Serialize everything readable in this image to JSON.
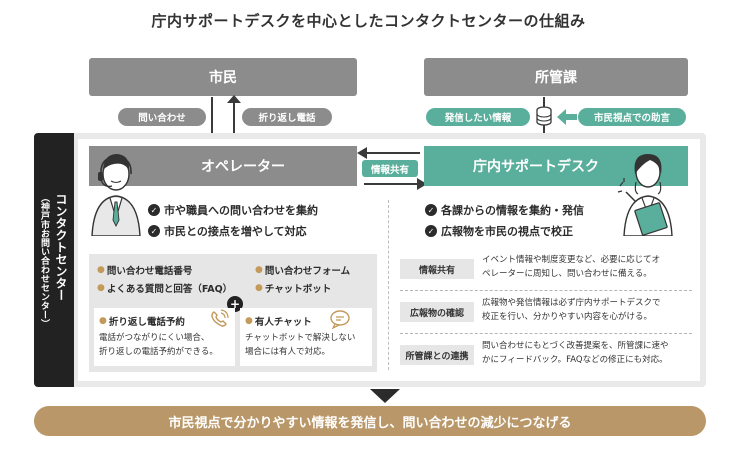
{
  "title": "庁内サポートデスクを中心としたコンタクトセンターの仕組み",
  "citizen": {
    "label": "市民"
  },
  "department": {
    "label": "所管課"
  },
  "arrows": {
    "inquiry": "問い合わせ",
    "callback": "折り返し電話",
    "info_send": "発信したい情報",
    "advice": "市民視点での助言",
    "info_share": "情報共有"
  },
  "contact_center": {
    "title": "コンタクトセンター",
    "subtitle": "（神戸市お問い合わせセンター）"
  },
  "operator": {
    "header": "オペレーター",
    "points": [
      "市や職員への問い合わせを集約",
      "市民との接点を増やして対応"
    ],
    "channels": [
      "問い合わせ電話番号",
      "問い合わせフォーム",
      "よくある質問と回答（FAQ）",
      "チャットボット"
    ],
    "plus": "+",
    "callback_title": "折り返し電話予約",
    "callback_desc_1": "電話がつながりにくい場合、",
    "callback_desc_2": "折り返しの電話予約ができる。",
    "chat_title": "有人チャット",
    "chat_desc_1": "チャットボットで解決しない",
    "chat_desc_2": "場合には有人で対応。"
  },
  "support_desk": {
    "header": "庁内サポートデスク",
    "points": [
      "各課からの情報を集約・発信",
      "広報物を市民の視点で校正"
    ],
    "rows": [
      {
        "tag": "情報共有",
        "line1": "イベント情報や制度変更など、必要に応じてオ",
        "line2": "ペレーターに周知し、問い合わせに備える。"
      },
      {
        "tag": "広報物の確認",
        "line1": "広報物や発信情報は必ず庁内サポートデスクで",
        "line2": "校正を行い、分かりやすい内容を心がける。"
      },
      {
        "tag": "所管課との連携",
        "line1": "問い合わせにもとづく改善提案を、所管課に速や",
        "line2": "かにフィードバック。FAQなどの修正にも対応。"
      }
    ]
  },
  "banner": "市民視点で分かりやすい情報を発信し、問い合わせの減少につなげる",
  "colors": {
    "teal": "#5aaf9c",
    "gray": "#8c8c8c",
    "gold": "#b99768",
    "dark": "#222222"
  }
}
